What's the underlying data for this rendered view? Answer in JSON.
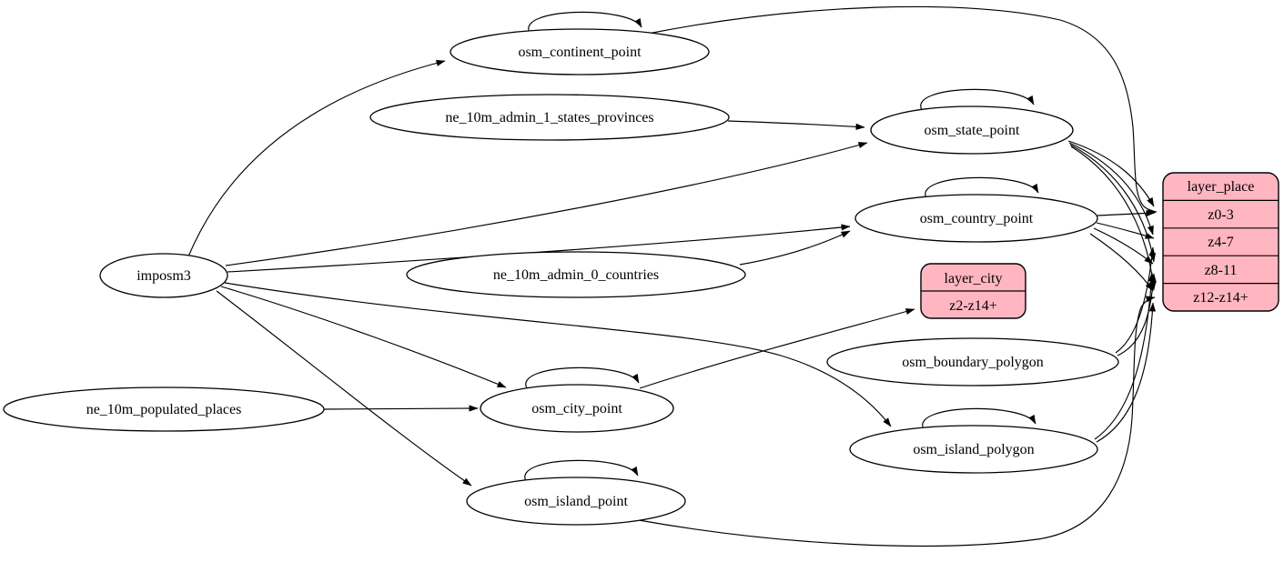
{
  "diagram": {
    "kind": "etl-graph",
    "colors": {
      "layer_fill": "#ffb6c1",
      "node_fill": "#ffffff",
      "stroke": "#000000",
      "background": "#ffffff"
    },
    "nodes": {
      "imposm3": {
        "label": "imposm3"
      },
      "osm_continent_point": {
        "label": "osm_continent_point"
      },
      "ne_10m_admin_1_states_provinces": {
        "label": "ne_10m_admin_1_states_provinces"
      },
      "osm_state_point": {
        "label": "osm_state_point"
      },
      "osm_country_point": {
        "label": "osm_country_point"
      },
      "ne_10m_admin_0_countries": {
        "label": "ne_10m_admin_0_countries"
      },
      "osm_boundary_polygon": {
        "label": "osm_boundary_polygon"
      },
      "osm_city_point": {
        "label": "osm_city_point"
      },
      "ne_10m_populated_places": {
        "label": "ne_10m_populated_places"
      },
      "osm_island_polygon": {
        "label": "osm_island_polygon"
      },
      "osm_island_point": {
        "label": "osm_island_point"
      },
      "layer_city": {
        "title": "layer_city",
        "rows": [
          "z2-z14+"
        ]
      },
      "layer_place": {
        "title": "layer_place",
        "rows": [
          "z0-3",
          "z4-7",
          "z8-11",
          "z12-z14+"
        ]
      }
    },
    "edges": [
      {
        "from": "imposm3",
        "to": "osm_continent_point"
      },
      {
        "from": "imposm3",
        "to": "osm_state_point"
      },
      {
        "from": "imposm3",
        "to": "osm_country_point"
      },
      {
        "from": "imposm3",
        "to": "osm_city_point"
      },
      {
        "from": "imposm3",
        "to": "osm_island_point"
      },
      {
        "from": "imposm3",
        "to": "osm_island_polygon"
      },
      {
        "from": "ne_10m_admin_1_states_provinces",
        "to": "osm_state_point"
      },
      {
        "from": "ne_10m_admin_0_countries",
        "to": "osm_country_point"
      },
      {
        "from": "ne_10m_populated_places",
        "to": "osm_city_point"
      },
      {
        "from": "osm_continent_point",
        "to": "osm_continent_point"
      },
      {
        "from": "osm_state_point",
        "to": "osm_state_point"
      },
      {
        "from": "osm_country_point",
        "to": "osm_country_point"
      },
      {
        "from": "osm_city_point",
        "to": "osm_city_point"
      },
      {
        "from": "osm_island_point",
        "to": "osm_island_point"
      },
      {
        "from": "osm_island_polygon",
        "to": "osm_island_polygon"
      },
      {
        "from": "osm_continent_point",
        "to": "layer_place",
        "to_row": "z0-3"
      },
      {
        "from": "osm_state_point",
        "to": "layer_place",
        "to_row": "z0-3"
      },
      {
        "from": "osm_state_point",
        "to": "layer_place",
        "to_row": "z4-7"
      },
      {
        "from": "osm_state_point",
        "to": "layer_place",
        "to_row": "z8-11"
      },
      {
        "from": "osm_state_point",
        "to": "layer_place",
        "to_row": "z12-z14+"
      },
      {
        "from": "osm_country_point",
        "to": "layer_place",
        "to_row": "z0-3"
      },
      {
        "from": "osm_country_point",
        "to": "layer_place",
        "to_row": "z4-7"
      },
      {
        "from": "osm_country_point",
        "to": "layer_place",
        "to_row": "z8-11"
      },
      {
        "from": "osm_country_point",
        "to": "layer_place",
        "to_row": "z12-z14+"
      },
      {
        "from": "osm_boundary_polygon",
        "to": "layer_place",
        "to_row": "z4-7"
      },
      {
        "from": "osm_boundary_polygon",
        "to": "layer_place",
        "to_row": "z8-11"
      },
      {
        "from": "osm_island_polygon",
        "to": "layer_place",
        "to_row": "z8-11"
      },
      {
        "from": "osm_island_polygon",
        "to": "layer_place",
        "to_row": "z12-z14+"
      },
      {
        "from": "osm_island_point",
        "to": "layer_place",
        "to_row": "z12-z14+"
      },
      {
        "from": "osm_city_point",
        "to": "layer_city",
        "to_row": "z2-z14+"
      }
    ]
  }
}
